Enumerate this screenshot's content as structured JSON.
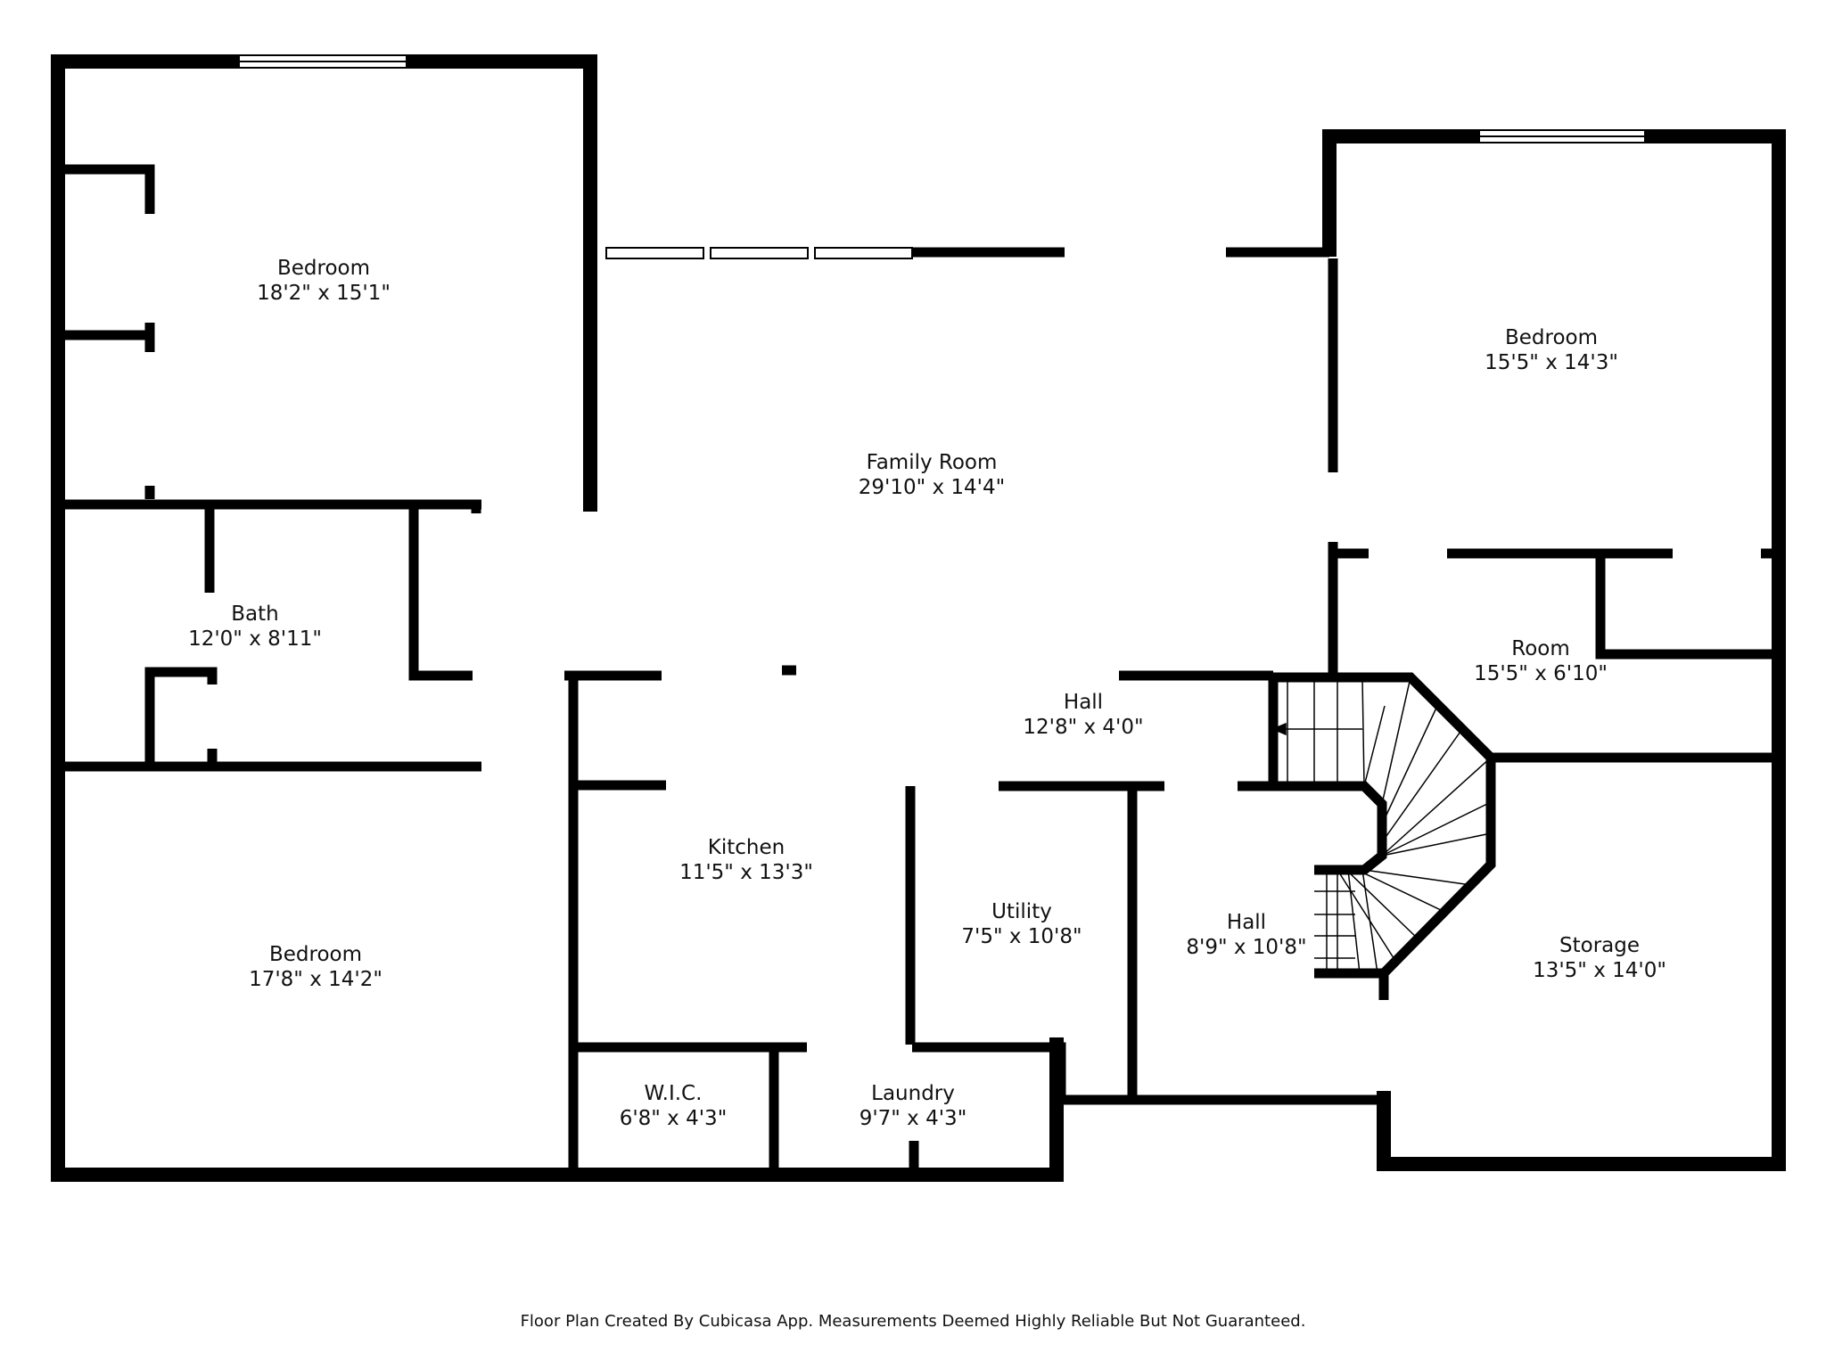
{
  "rooms": [
    {
      "name": "Bedroom",
      "dims": "18'2\" x 15'1\""
    },
    {
      "name": "Family Room",
      "dims": "29'10\" x 14'4\""
    },
    {
      "name": "Bedroom",
      "dims": "15'5\" x 14'3\""
    },
    {
      "name": "Bath",
      "dims": "12'0\" x 8'11\""
    },
    {
      "name": "Room",
      "dims": "15'5\" x 6'10\""
    },
    {
      "name": "Hall",
      "dims": "12'8\" x 4'0\""
    },
    {
      "name": "Kitchen",
      "dims": "11'5\" x 13'3\""
    },
    {
      "name": "Utility",
      "dims": "7'5\" x 10'8\""
    },
    {
      "name": "Hall",
      "dims": "8'9\" x 10'8\""
    },
    {
      "name": "Bedroom",
      "dims": "17'8\" x 14'2\""
    },
    {
      "name": "Storage",
      "dims": "13'5\" x 14'0\""
    },
    {
      "name": "W.I.C.",
      "dims": "6'8\" x 4'3\""
    },
    {
      "name": "Laundry",
      "dims": "9'7\" x 4'3\""
    }
  ],
  "footer": "Floor Plan Created By Cubicasa App. Measurements Deemed Highly Reliable But Not Guaranteed.",
  "colors": {
    "wall": "#000000",
    "background": "#ffffff"
  }
}
